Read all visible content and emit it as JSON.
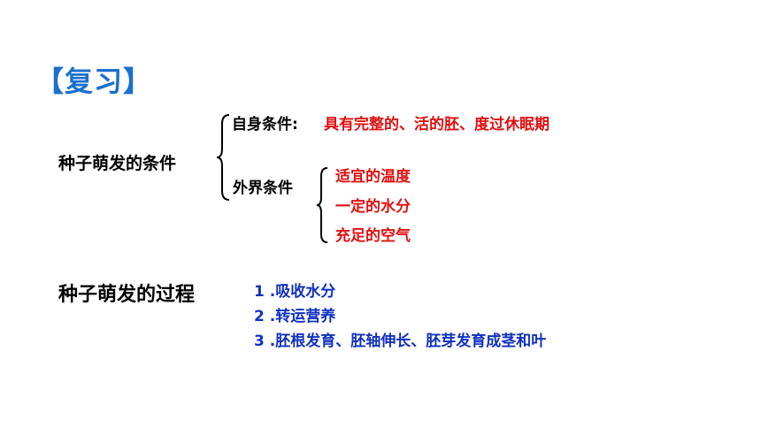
{
  "review": {
    "title": "【复习】"
  },
  "conditions": {
    "title": "种子萌发的条件",
    "self": {
      "label": "自身条件:",
      "value": "具有完整的、活的胚、度过休眠期"
    },
    "external": {
      "label": "外界条件",
      "items": [
        "适宜的温度",
        "一定的水分",
        "充足的空气"
      ]
    }
  },
  "process": {
    "title": "种子萌发的过程",
    "steps": [
      "1 .吸收水分",
      "2 .转运营养",
      "3 .胚根发育、胚轴伸长、胚芽发育成茎和叶"
    ]
  },
  "colors": {
    "title_blue": "#1a6fd0",
    "highlight_red": "#e01010",
    "step_blue": "#1030c0",
    "text_black": "#000000"
  }
}
